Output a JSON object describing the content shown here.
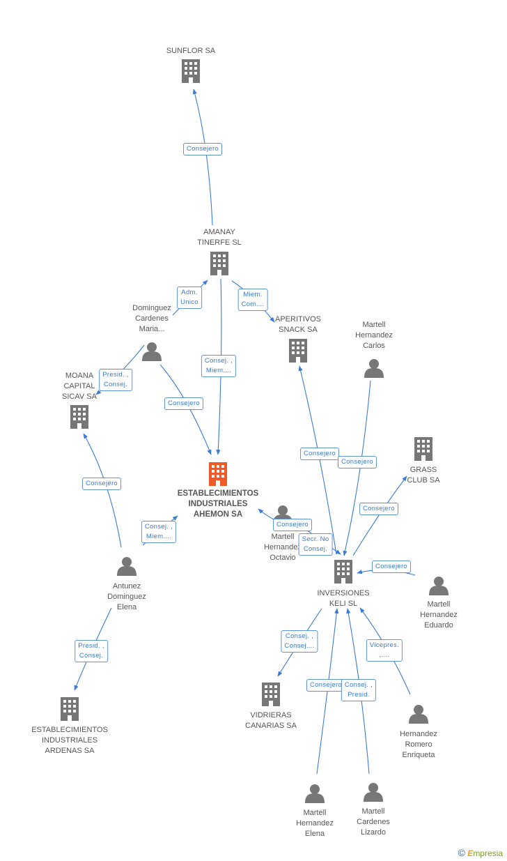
{
  "colors": {
    "edge": "#3a7bd5",
    "icon": "#777777",
    "main_icon": "#f05a28"
  },
  "nodes": [
    {
      "id": "sunflor",
      "label": "SUNFLOR SA",
      "kind": "company"
    },
    {
      "id": "amanay",
      "label": "AMANAY\nTINERFE SL",
      "kind": "company"
    },
    {
      "id": "dominguez",
      "label": "Dominguez\nCardenes\nMaria...",
      "kind": "person"
    },
    {
      "id": "aperitivos",
      "label": "APERITIVOS\nSNACK SA",
      "kind": "company"
    },
    {
      "id": "martell_carlos",
      "label": "Martell\nHernandez\nCarlos",
      "kind": "person"
    },
    {
      "id": "moana",
      "label": "MOANA\nCAPITAL\nSICAV SA",
      "kind": "company"
    },
    {
      "id": "main",
      "label": "ESTABLECIMIENTOS\nINDUSTRIALES\nAHEMON SA",
      "kind": "main"
    },
    {
      "id": "grass",
      "label": "GRASS\nCLUB SA",
      "kind": "company"
    },
    {
      "id": "martell_octavio",
      "label": "Martell\nHernandez\nOctavio",
      "kind": "person"
    },
    {
      "id": "antunez",
      "label": "Antunez\nDominguez\nElena",
      "kind": "person"
    },
    {
      "id": "inversiones",
      "label": "INVERSIONES\nKELI SL",
      "kind": "company"
    },
    {
      "id": "martell_eduardo",
      "label": "Martell\nHernandez\nEduardo",
      "kind": "person"
    },
    {
      "id": "vidrieras",
      "label": "VIDRIERAS\nCANARIAS SA",
      "kind": "company"
    },
    {
      "id": "ardenas",
      "label": "ESTABLECIMIENTOS\nINDUSTRIALES\nARDENAS SA",
      "kind": "company"
    },
    {
      "id": "hernandez_romero",
      "label": "Hernandez\nRomero\nEnriqueta",
      "kind": "person"
    },
    {
      "id": "martell_elena",
      "label": "Martell\nHernandez\nElena",
      "kind": "person"
    },
    {
      "id": "martell_lizardo",
      "label": "Martell\nCardenes\nLizardo",
      "kind": "person"
    }
  ],
  "edges": [
    {
      "from": "amanay",
      "to": "sunflor",
      "label": "Consejero"
    },
    {
      "from": "dominguez",
      "to": "amanay",
      "label": "Adm.\nUnico"
    },
    {
      "from": "amanay",
      "to": "aperitivos",
      "label": "Miem.\nCom...."
    },
    {
      "from": "amanay",
      "to": "main",
      "label": "Consej. ,\nMiem...."
    },
    {
      "from": "dominguez",
      "to": "moana",
      "label": "Presid. ,\nConsej."
    },
    {
      "from": "dominguez",
      "to": "main",
      "label": "Consejero"
    },
    {
      "from": "antunez",
      "to": "moana",
      "label": "Consejero"
    },
    {
      "from": "antunez",
      "to": "main",
      "label": "Consej. ,\nMiem...."
    },
    {
      "from": "antunez",
      "to": "ardenas",
      "label": "Presid. ,\nConsej."
    },
    {
      "from": "inversiones",
      "to": "aperitivos",
      "label": "Consejero"
    },
    {
      "from": "martell_carlos",
      "to": "inversiones",
      "label": "Consejero"
    },
    {
      "from": "inversiones",
      "to": "grass",
      "label": "Consejero"
    },
    {
      "from": "martell_octavio",
      "to": "main",
      "label": "Consejero"
    },
    {
      "from": "martell_octavio",
      "to": "inversiones",
      "label": "Secr. No\nConsej."
    },
    {
      "from": "martell_eduardo",
      "to": "inversiones",
      "label": "Consejero"
    },
    {
      "from": "inversiones",
      "to": "vidrieras",
      "label": "Consej. ,\nConsej...."
    },
    {
      "from": "hernandez_romero",
      "to": "inversiones",
      "label": "Vicepres.\n,...."
    },
    {
      "from": "martell_elena",
      "to": "inversiones",
      "label": "Consejero"
    },
    {
      "from": "martell_lizardo",
      "to": "inversiones",
      "label": "Consej. ,\nPresid."
    }
  ],
  "footer": {
    "copyright": "©",
    "brand_e": "E",
    "brand_rest": "mpresia"
  }
}
